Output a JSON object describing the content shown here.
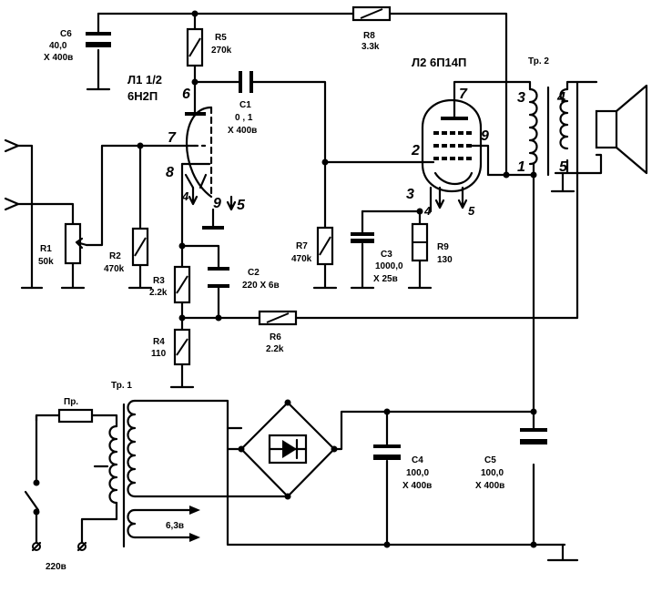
{
  "labels": {
    "c6_name": "C6",
    "c6_val": "40,0",
    "c6_volt": "X 400в",
    "r5_name": "R5",
    "r5_val": "270k",
    "r8_name": "R8",
    "r8_val": "3.3k",
    "l1_name": "Л1 1/2",
    "l1_type": "6Н2П",
    "c1_name": "C1",
    "c1_val": "0 , 1",
    "c1_volt": "X 400в",
    "l2_name": "Л2 6П14П",
    "tr2_name": "Тр. 2",
    "r1_name": "R1",
    "r1_val": "50k",
    "r2_name": "R2",
    "r2_val": "470k",
    "r3_name": "R3",
    "r3_val": "2.2k",
    "c2_name": "C2",
    "c2_val": "220 X 6в",
    "r7_name": "R7",
    "r7_val": "470k",
    "c3_name": "C3",
    "c3_val": "1000,0",
    "c3_volt": "X 25в",
    "r9_name": "R9",
    "r9_val": "130",
    "r4_name": "R4",
    "r4_val": "110",
    "r6_name": "R6",
    "r6_val": "2.2k",
    "tr1_name": "Тр. 1",
    "fuse_name": "Пр.",
    "c4_name": "C4",
    "c4_val": "100,0",
    "c4_volt": "X 400в",
    "c5_name": "C5",
    "c5_val": "100,0",
    "c5_volt": "X 400в",
    "heater_volt": "6,3в",
    "mains_volt": "220в"
  },
  "pins": {
    "l1_anode": "6",
    "l1_grid": "7",
    "l1_cathode": "8",
    "l1_heater_a": "4",
    "l1_heater_b": "9",
    "l1_heater_c": "5",
    "l2_anode": "7",
    "l2_grid": "2",
    "l2_screen": "9",
    "l2_cathode": "3",
    "l2_heater_a": "4",
    "l2_heater_b": "5",
    "tr2_p1": "3",
    "tr2_p2": "1",
    "tr2_s1": "4",
    "tr2_s2": "5"
  }
}
